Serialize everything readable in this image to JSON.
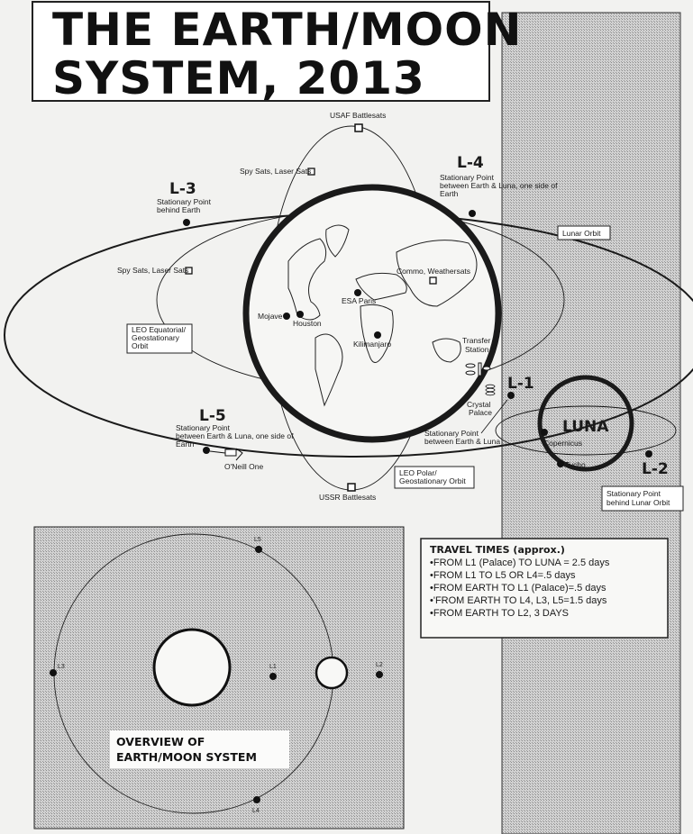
{
  "title": {
    "line1": "THE EARTH/MOON",
    "line2": "SYSTEM, 2013"
  },
  "colors": {
    "ink": "#1a1a1a",
    "paper": "#f2f2f0",
    "hatch": "#b9b9b9"
  },
  "main_diagram": {
    "usaf": "USAF Battlesats",
    "spy_top": "Spy Sats, Laser Sats",
    "spy_left": "Spy Sats, Laser Sats",
    "commo": "Commo, Weathersats",
    "ussr": "USSR Battlesats",
    "l3": {
      "name": "L-3",
      "desc1": "Stationary Point",
      "desc2": "behind Earth"
    },
    "l4": {
      "name": "L-4",
      "desc1": "Stationary Point",
      "desc2": "between Earth & Luna, one side of",
      "desc3": "Earth"
    },
    "l5": {
      "name": "L-5",
      "desc1": "Stationary Point",
      "desc2": "between Earth & Luna, one side of",
      "desc3": "Earth"
    },
    "l1": {
      "name": "L-1",
      "desc1": "Stationary Point",
      "desc2": "between Earth & Luna"
    },
    "l2": {
      "name": "L-2",
      "desc1": "Stationary Point",
      "desc2": "behind Lunar Orbit"
    },
    "lunar_orbit": "Lunar Orbit",
    "leo_equatorial": {
      "line1": "LEO Equatorial/",
      "line2": "Geostationary",
      "line3": "Orbit"
    },
    "leo_polar": {
      "line1": "LEO Polar/",
      "line2": "Geostationary Orbit"
    },
    "places": {
      "esa": "ESA Paris",
      "mojave": "Mojave",
      "houston": "Houston",
      "kilimanjaro": "Kilimanjaro"
    },
    "transfer": {
      "line1": "Transfer",
      "line2": "Station"
    },
    "crystal": {
      "line1": "Crystal",
      "line2": "Palace"
    },
    "oneill": "O'Neill One",
    "luna": "LUNA",
    "copernicus": "Copernicus",
    "tycho": "Tycho"
  },
  "travel_times": {
    "heading": "TRAVEL TIMES (approx.)",
    "items": [
      "•FROM L1 (Palace)  TO LUNA = 2.5 days",
      "•FROM  L1 TO L5 OR L4=.5 days",
      "•FROM EARTH TO  L1 (Palace)=.5 days",
      "•'FROM EARTH TO L4, L3, L5=1.5 days",
      "•FROM EARTH TO  L2, 3 DAYS"
    ]
  },
  "overview": {
    "label1": "OVERVIEW OF",
    "label2": "EARTH/MOON SYSTEM",
    "points": {
      "l1": "L1",
      "l2": "L2",
      "l3": "L3",
      "l4": "L4",
      "l5": "L5"
    }
  }
}
